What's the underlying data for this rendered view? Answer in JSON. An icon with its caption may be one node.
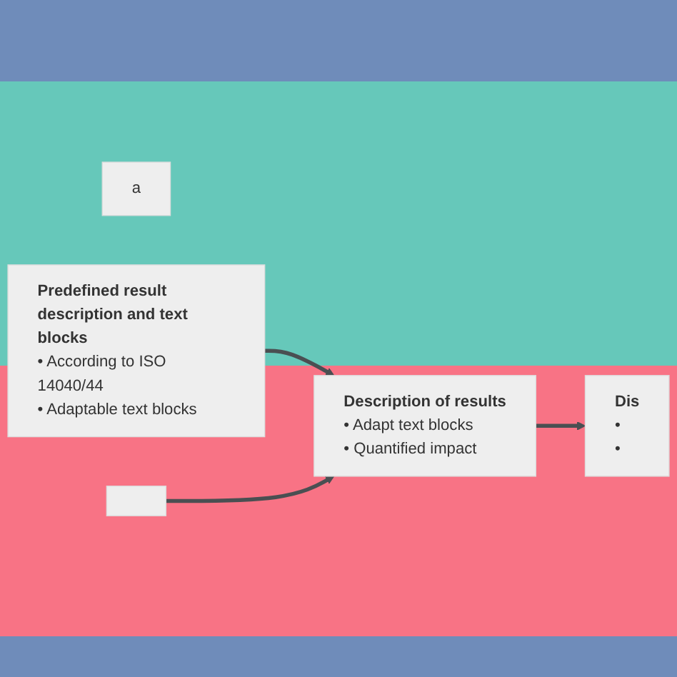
{
  "diagram": {
    "nodes": [
      {
        "text": [
          "a"
        ]
      },
      {
        "text": [
          "Predefined result description and text blocks",
          "• According to ISO 14040/44",
          "• Adaptable text blocks"
        ]
      },
      {
        "text": [],
        "shape": "box"
      },
      {
        "text": [
          "Description of results",
          "• Adapt text blocks",
          "• Quantified impact"
        ]
      },
      {
        "text": [
          "Dis",
          "•",
          "•"
        ]
      }
    ],
    "edges": [
      {
        "from": 1,
        "to": 3,
        "arrow": "to"
      },
      {
        "from": 2,
        "to": 3,
        "arrow": "to"
      },
      {
        "from": 3,
        "to": 4,
        "arrow": "to"
      }
    ]
  }
}
